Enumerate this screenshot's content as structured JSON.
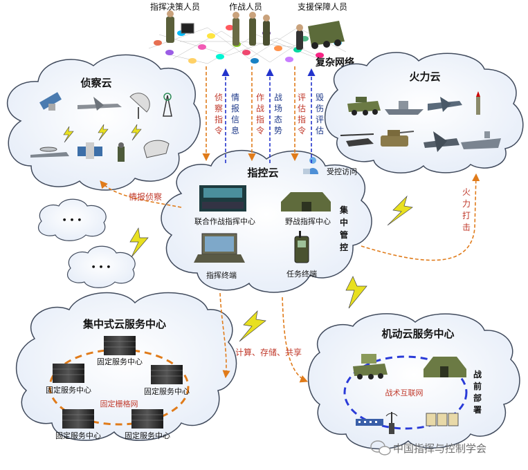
{
  "personnel": [
    "指挥决策人员",
    "作战人员",
    "支援保障人员"
  ],
  "complex_network": "复杂网络",
  "recon_cloud": {
    "title": "侦察云"
  },
  "fire_cloud": {
    "title": "火力云"
  },
  "command_cloud": {
    "title": "指控云",
    "items": [
      "联合作战指挥中心",
      "野战指挥中心",
      "指挥终端",
      "任务终端"
    ],
    "controlled_access": "受控访问",
    "centralized": [
      "集",
      "中",
      "管",
      "控"
    ]
  },
  "vertical_links": [
    {
      "chars": [
        "侦",
        "察",
        "指",
        "令"
      ],
      "color": "#c0392b"
    },
    {
      "chars": [
        "情",
        "报",
        "信",
        "息"
      ],
      "color": "#1f3a8a"
    },
    {
      "chars": [
        "作",
        "战",
        "指",
        "令"
      ],
      "color": "#c0392b"
    },
    {
      "chars": [
        "战",
        "场",
        "态",
        "势"
      ],
      "color": "#1f3a8a"
    },
    {
      "chars": [
        "评",
        "估",
        "指",
        "令"
      ],
      "color": "#c0392b"
    },
    {
      "chars": [
        "毁",
        "伤",
        "评",
        "估"
      ],
      "color": "#1f3a8a"
    }
  ],
  "intel_recon": "情报侦察",
  "fire_strike": [
    "火",
    "力",
    "打",
    "击"
  ],
  "ellipsis": [
    "• • •",
    "• • •"
  ],
  "central_cloud": {
    "title": "集中式云服务中心",
    "servers": [
      "固定服务中心",
      "固定服务中心",
      "固定服务中心",
      "固定服务中心",
      "固定服务中心"
    ],
    "grid_label": "固定栅格网"
  },
  "compute_storage_share": "计算、存储、共享",
  "mobile_cloud": {
    "title": "机动云服务中心",
    "network_label": "战术互联网",
    "pre_deploy": [
      "战",
      "前",
      "部",
      "署"
    ]
  },
  "watermark": "中国指挥与控制学会",
  "colors": {
    "orange_arrow": "#e07b1a",
    "blue_arrow": "#2233cc",
    "label_red": "#c0392b",
    "cloud_fill": "#eef3fb",
    "cloud_stroke": "#404a5c",
    "lightning": "#e8e020"
  }
}
